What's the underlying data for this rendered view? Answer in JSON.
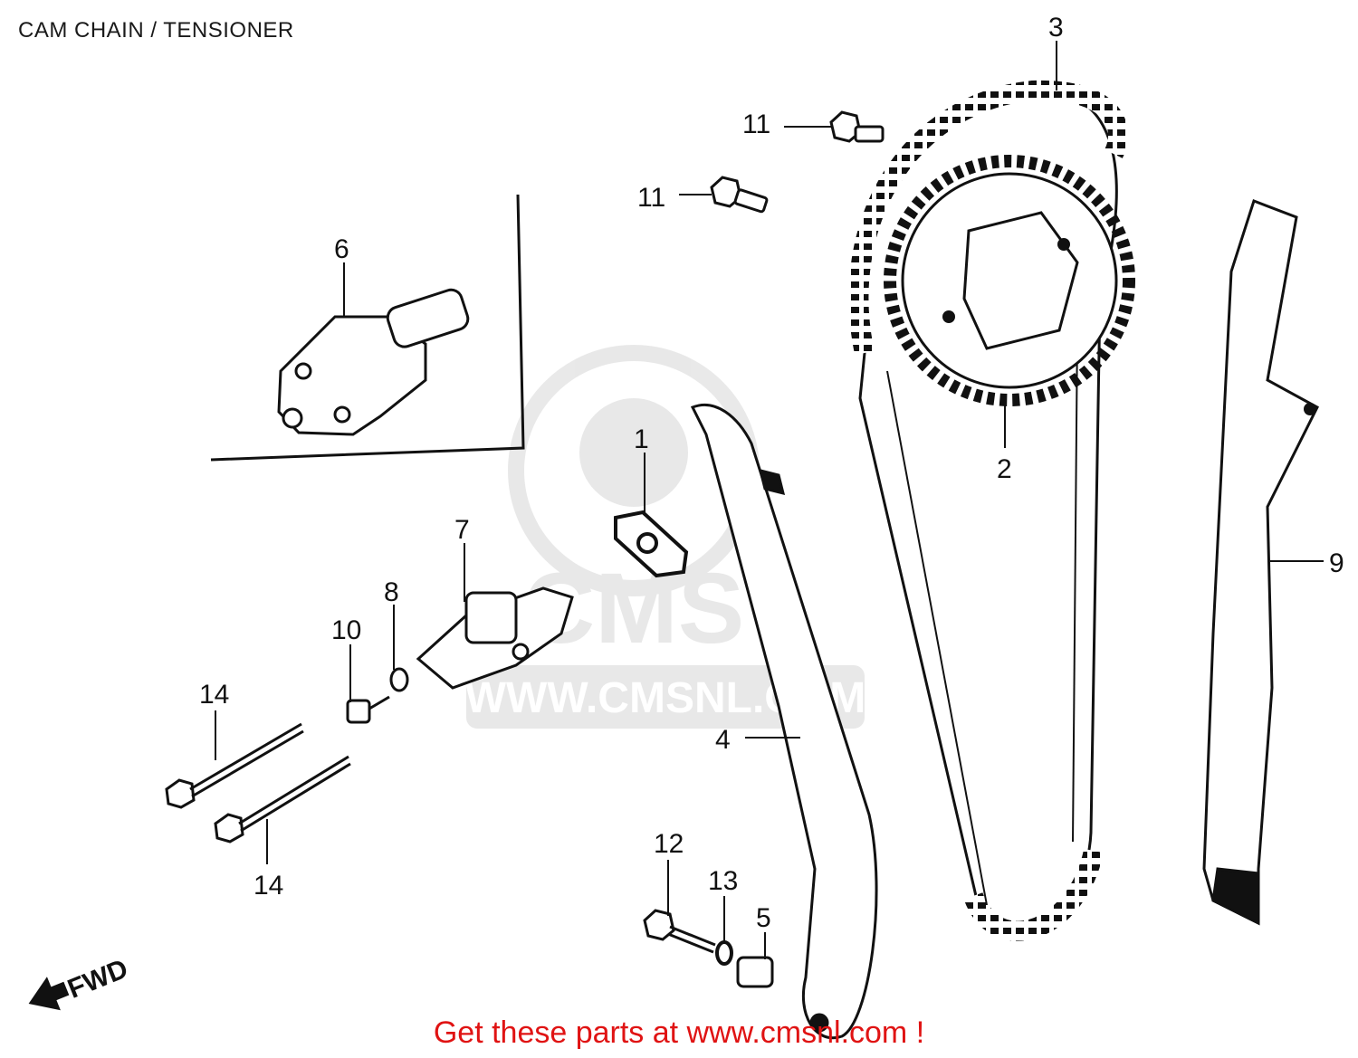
{
  "title": "CAM CHAIN / TENSIONER",
  "footer": "Get these parts at www.cmsnl.com !",
  "watermark": {
    "brand": "CMS",
    "url": "WWW.CMSNL.COM"
  },
  "direction_label": "FWD",
  "callouts": [
    {
      "id": "c3",
      "label": "3"
    },
    {
      "id": "c11a",
      "label": "11"
    },
    {
      "id": "c11b",
      "label": "11"
    },
    {
      "id": "c6",
      "label": "6"
    },
    {
      "id": "c1",
      "label": "1"
    },
    {
      "id": "c2",
      "label": "2"
    },
    {
      "id": "c7",
      "label": "7"
    },
    {
      "id": "c8",
      "label": "8"
    },
    {
      "id": "c10",
      "label": "10"
    },
    {
      "id": "c9",
      "label": "9"
    },
    {
      "id": "c14a",
      "label": "14"
    },
    {
      "id": "c4",
      "label": "4"
    },
    {
      "id": "c14b",
      "label": "14"
    },
    {
      "id": "c12",
      "label": "12"
    },
    {
      "id": "c13",
      "label": "13"
    },
    {
      "id": "c5",
      "label": "5"
    }
  ]
}
